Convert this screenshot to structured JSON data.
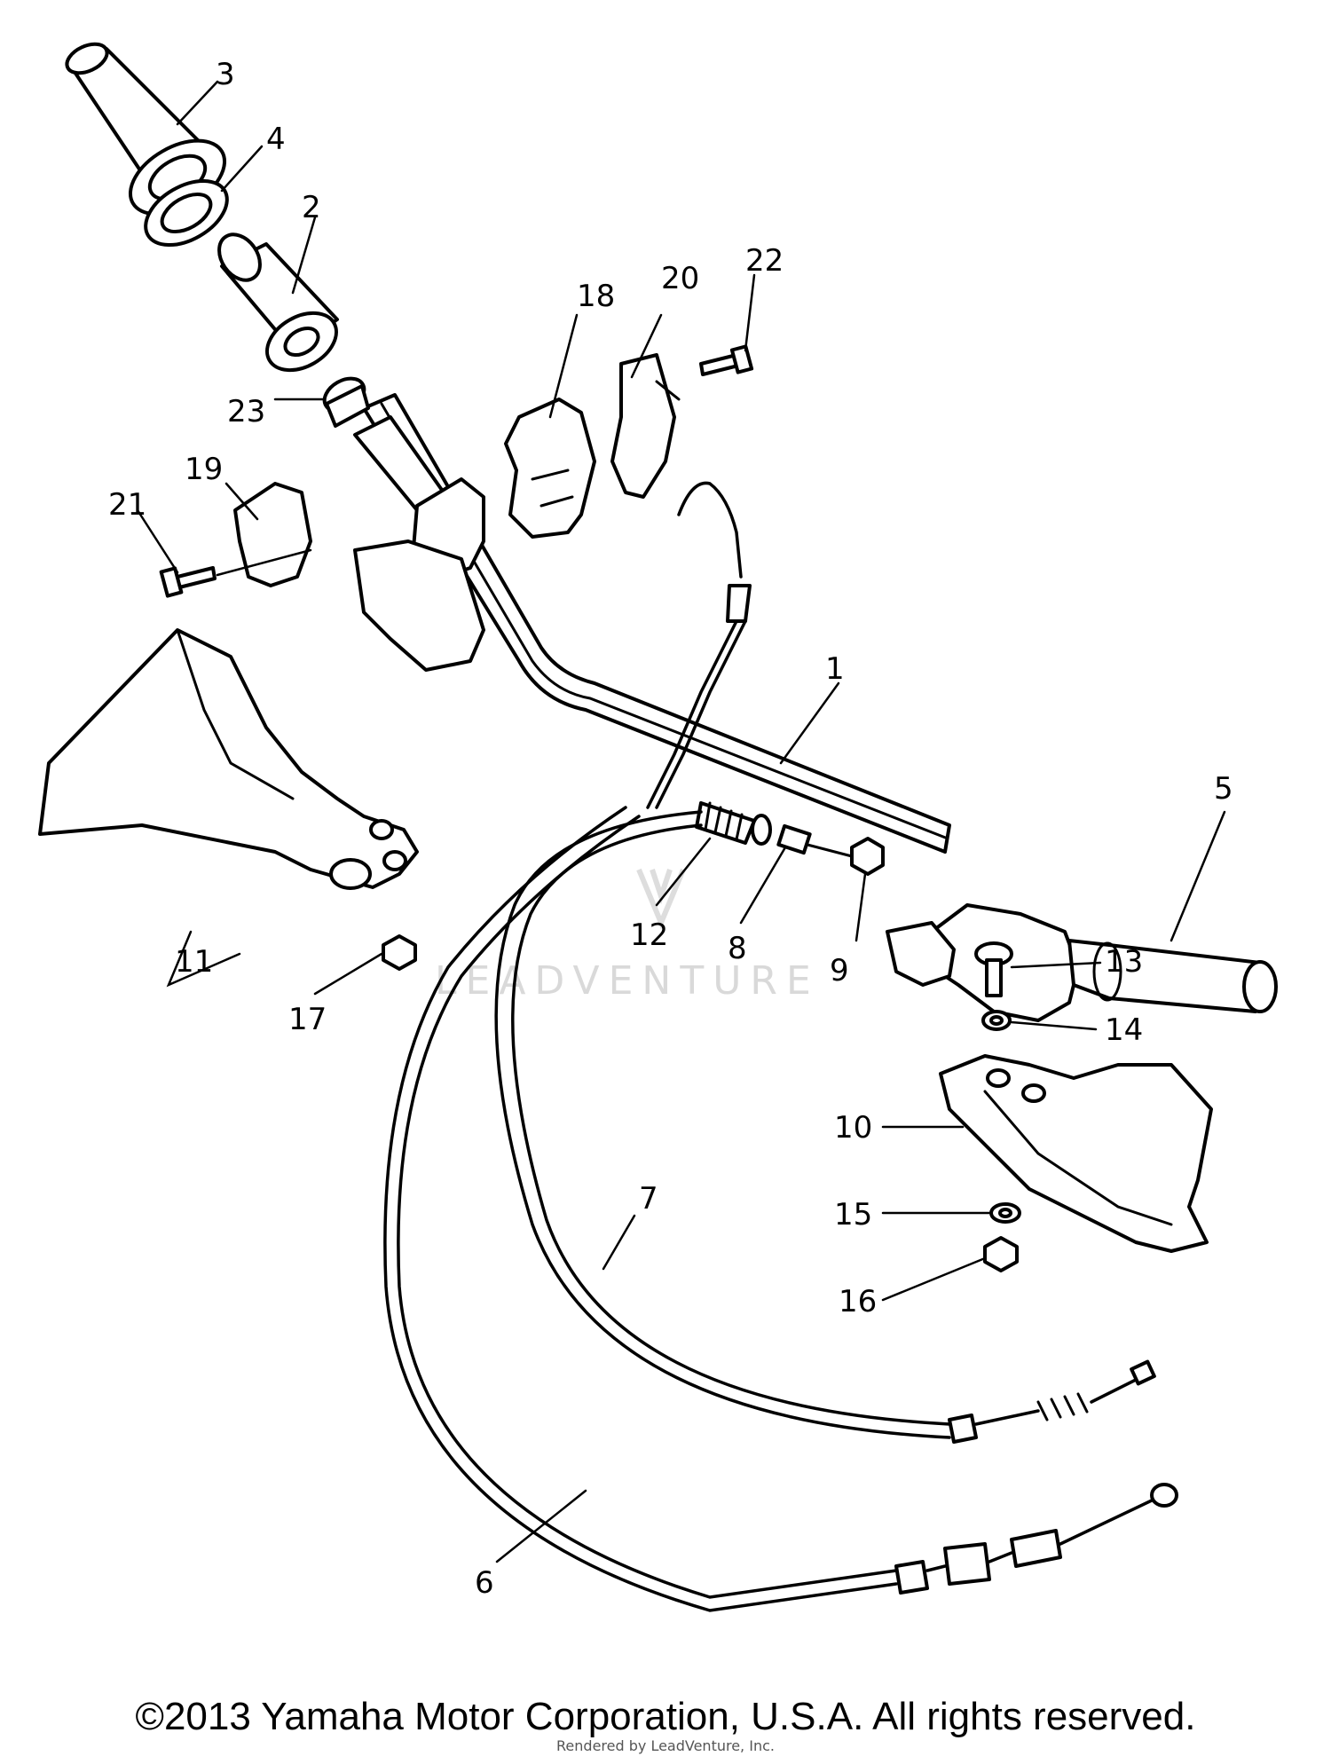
{
  "callouts": {
    "p1": "1",
    "p2": "2",
    "p3": "3",
    "p4": "4",
    "p5": "5",
    "p6": "6",
    "p7": "7",
    "p8": "8",
    "p9": "9",
    "p10": "10",
    "p11": "11",
    "p12": "12",
    "p13": "13",
    "p14": "14",
    "p15": "15",
    "p16": "16",
    "p17": "17",
    "p18": "18",
    "p19": "19",
    "p20": "20",
    "p21": "21",
    "p22": "22",
    "p23": "23"
  },
  "watermark": "LEADVENTURE",
  "copyright": "©2013 Yamaha Motor Corporation, U.S.A. All rights reserved.",
  "rendered_by": "Rendered by LeadVenture, Inc."
}
